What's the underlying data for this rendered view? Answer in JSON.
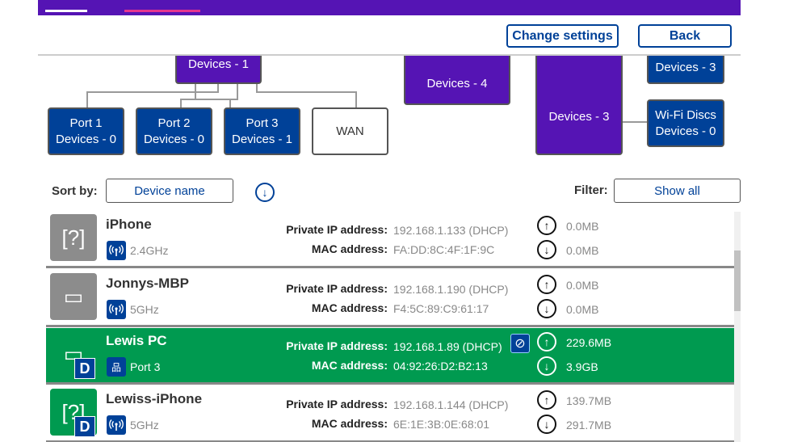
{
  "header": {
    "change_settings": "Change settings",
    "back": "Back"
  },
  "diagram": {
    "hub_devices": "Devices - 1",
    "ports": [
      {
        "name": "Port 1",
        "devices": "Devices - 0"
      },
      {
        "name": "Port 2",
        "devices": "Devices - 0"
      },
      {
        "name": "Port 3",
        "devices": "Devices - 1"
      }
    ],
    "wan": "WAN",
    "smart_hub_devices": "Devices - 4",
    "connections_devices": "Devices - 3",
    "band_devices": "Devices - 3",
    "wifi_discs": {
      "name": "Wi-Fi Discs",
      "devices": "Devices - 0"
    }
  },
  "sort": {
    "label": "Sort by:",
    "value": "Device name"
  },
  "filter": {
    "label": "Filter:",
    "value": "Show all"
  },
  "labels": {
    "ip": "Private IP address:",
    "mac": "MAC address:"
  },
  "devices": [
    {
      "name": "iPhone",
      "connection": "2.4GHz",
      "ip": "192.168.1.133 (DHCP)",
      "mac": "FA:DD:8C:4F:1F:9C",
      "up": "0.0MB",
      "down": "0.0MB"
    },
    {
      "name": "Jonnys-MBP",
      "connection": "5GHz",
      "ip": "192.168.1.190 (DHCP)",
      "mac": "F4:5C:89:C9:61:17",
      "up": "0.0MB",
      "down": "0.0MB"
    },
    {
      "name": "Lewis PC",
      "connection": "Port 3",
      "ip": "192.168.1.89 (DHCP)",
      "mac": "04:92:26:D2:B2:13",
      "up": "229.6MB",
      "down": "3.9GB",
      "badge": "D"
    },
    {
      "name": "Lewiss-iPhone",
      "connection": "5GHz",
      "ip": "192.168.1.144 (DHCP)",
      "mac": "6E:1E:3B:0E:68:01",
      "up": "139.7MB",
      "down": "291.7MB",
      "badge": "D"
    }
  ],
  "colors": {
    "purple": "#5514b4",
    "blue": "#004198",
    "green": "#009a50",
    "pink": "#e60050"
  }
}
